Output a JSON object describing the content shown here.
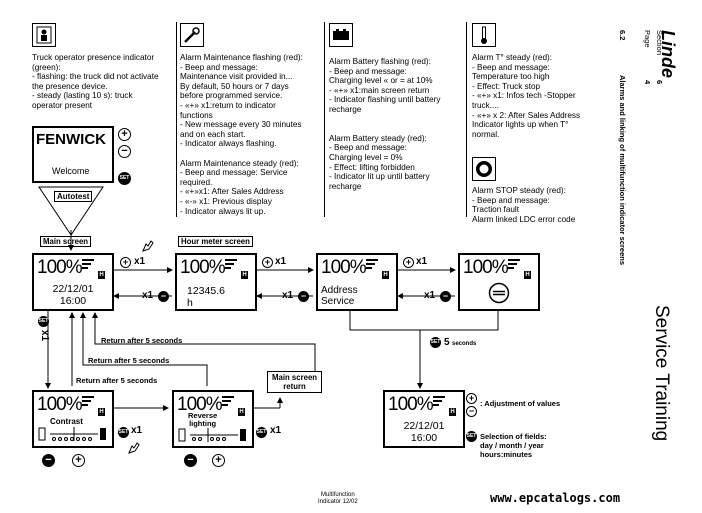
{
  "right_margin": {
    "section_label": "Section",
    "section_value": "6",
    "page_label": "Page",
    "page_value": "4",
    "chapter": "6.2",
    "chapter_title": "Alarms and linking of multifunction indicator screens",
    "brand": "Linde",
    "service_training": "Service Training"
  },
  "alarm_columns": [
    {
      "text": "Truck operator presence indicator\n(green):\n- flashing: the truck did not activate\nthe presence device.\n- steady (lasting 10 s): truck\noperator  present"
    },
    {
      "text": "Alarm Maintenance flashing (red):\n- Beep and message:\nMaintenance visit provided in...\nBy default, 50 hours or 7 days\nbefore programmed service.\n- «+» x1:return to indicator\nfunctions\n- New message every 30 minutes\nand on each start.\n- Indicator always flashing.\n\nAlarm Maintenance steady (red):\n- Beep and message:         Service\nrequired.\n- «+»x1: After Sales Address\n- «-» x1: Previous display\n- Indicator always lit up."
    },
    {
      "text": "Alarm Battery flashing (red):\n- Beep and message:\nCharging level « or = at 10%\n- «+» x1:main screen return\n- Indicator flashing until battery\nrecharge\n\n\nAlarm Battery steady (red):\n- Beep and message:\n  Charging level = 0%\n- Effect: lifting forbidden\n- Indicator lit up until battery\nrecharge"
    },
    {
      "text": " Alarm T° steady (red):\n- Beep and message:\nTemperature too high\n- Effect: Truck stop\n- «+» x1: Infos tech -Stopper\ntruck....\n- «+» x 2: After Sales Address\nIndicator lights up when T°\nnormal."
    },
    {
      "text": "Alarm STOP steady (red):\n- Beep and message:\nTraction fault\nAlarm linked LDC error code"
    }
  ],
  "welcome_screen": {
    "brand": "FENWICK",
    "message": "Welcome"
  },
  "autotest": "Autotest",
  "main_screen_label": "Main screen",
  "hour_meter_label": "Hour meter screen",
  "pct": "100%",
  "h_mark": "H",
  "screens": {
    "main": {
      "date": "22/12/01",
      "time": "16:00"
    },
    "hour": {
      "value": "12345.6",
      "unit": "h"
    },
    "address": {
      "line1": "Address",
      "line2": "Service"
    },
    "contrast": {
      "label": "Contrast"
    },
    "reverse": {
      "label": "Reverse\nlighting"
    },
    "adjust": {
      "date": "22/12/01",
      "time": "16:00"
    }
  },
  "x1": "x1",
  "btn_plus": "+",
  "btn_minus": "−",
  "set_label": "SET",
  "returns": [
    "Return after 5 seconds",
    "Return after 5 seconds",
    "Return after 5 seconds"
  ],
  "main_return_box": "Main screen\nreturn",
  "five_seconds": {
    "num": "5",
    "unit": "seconds"
  },
  "adjust_label": ": Adjustment of values",
  "selection_label": "Selection of fields:\nday / month / year\nhours:minutes",
  "footer": "Multifunction\nIndicator 12/02",
  "watermark": "www.epcatalogs.com"
}
